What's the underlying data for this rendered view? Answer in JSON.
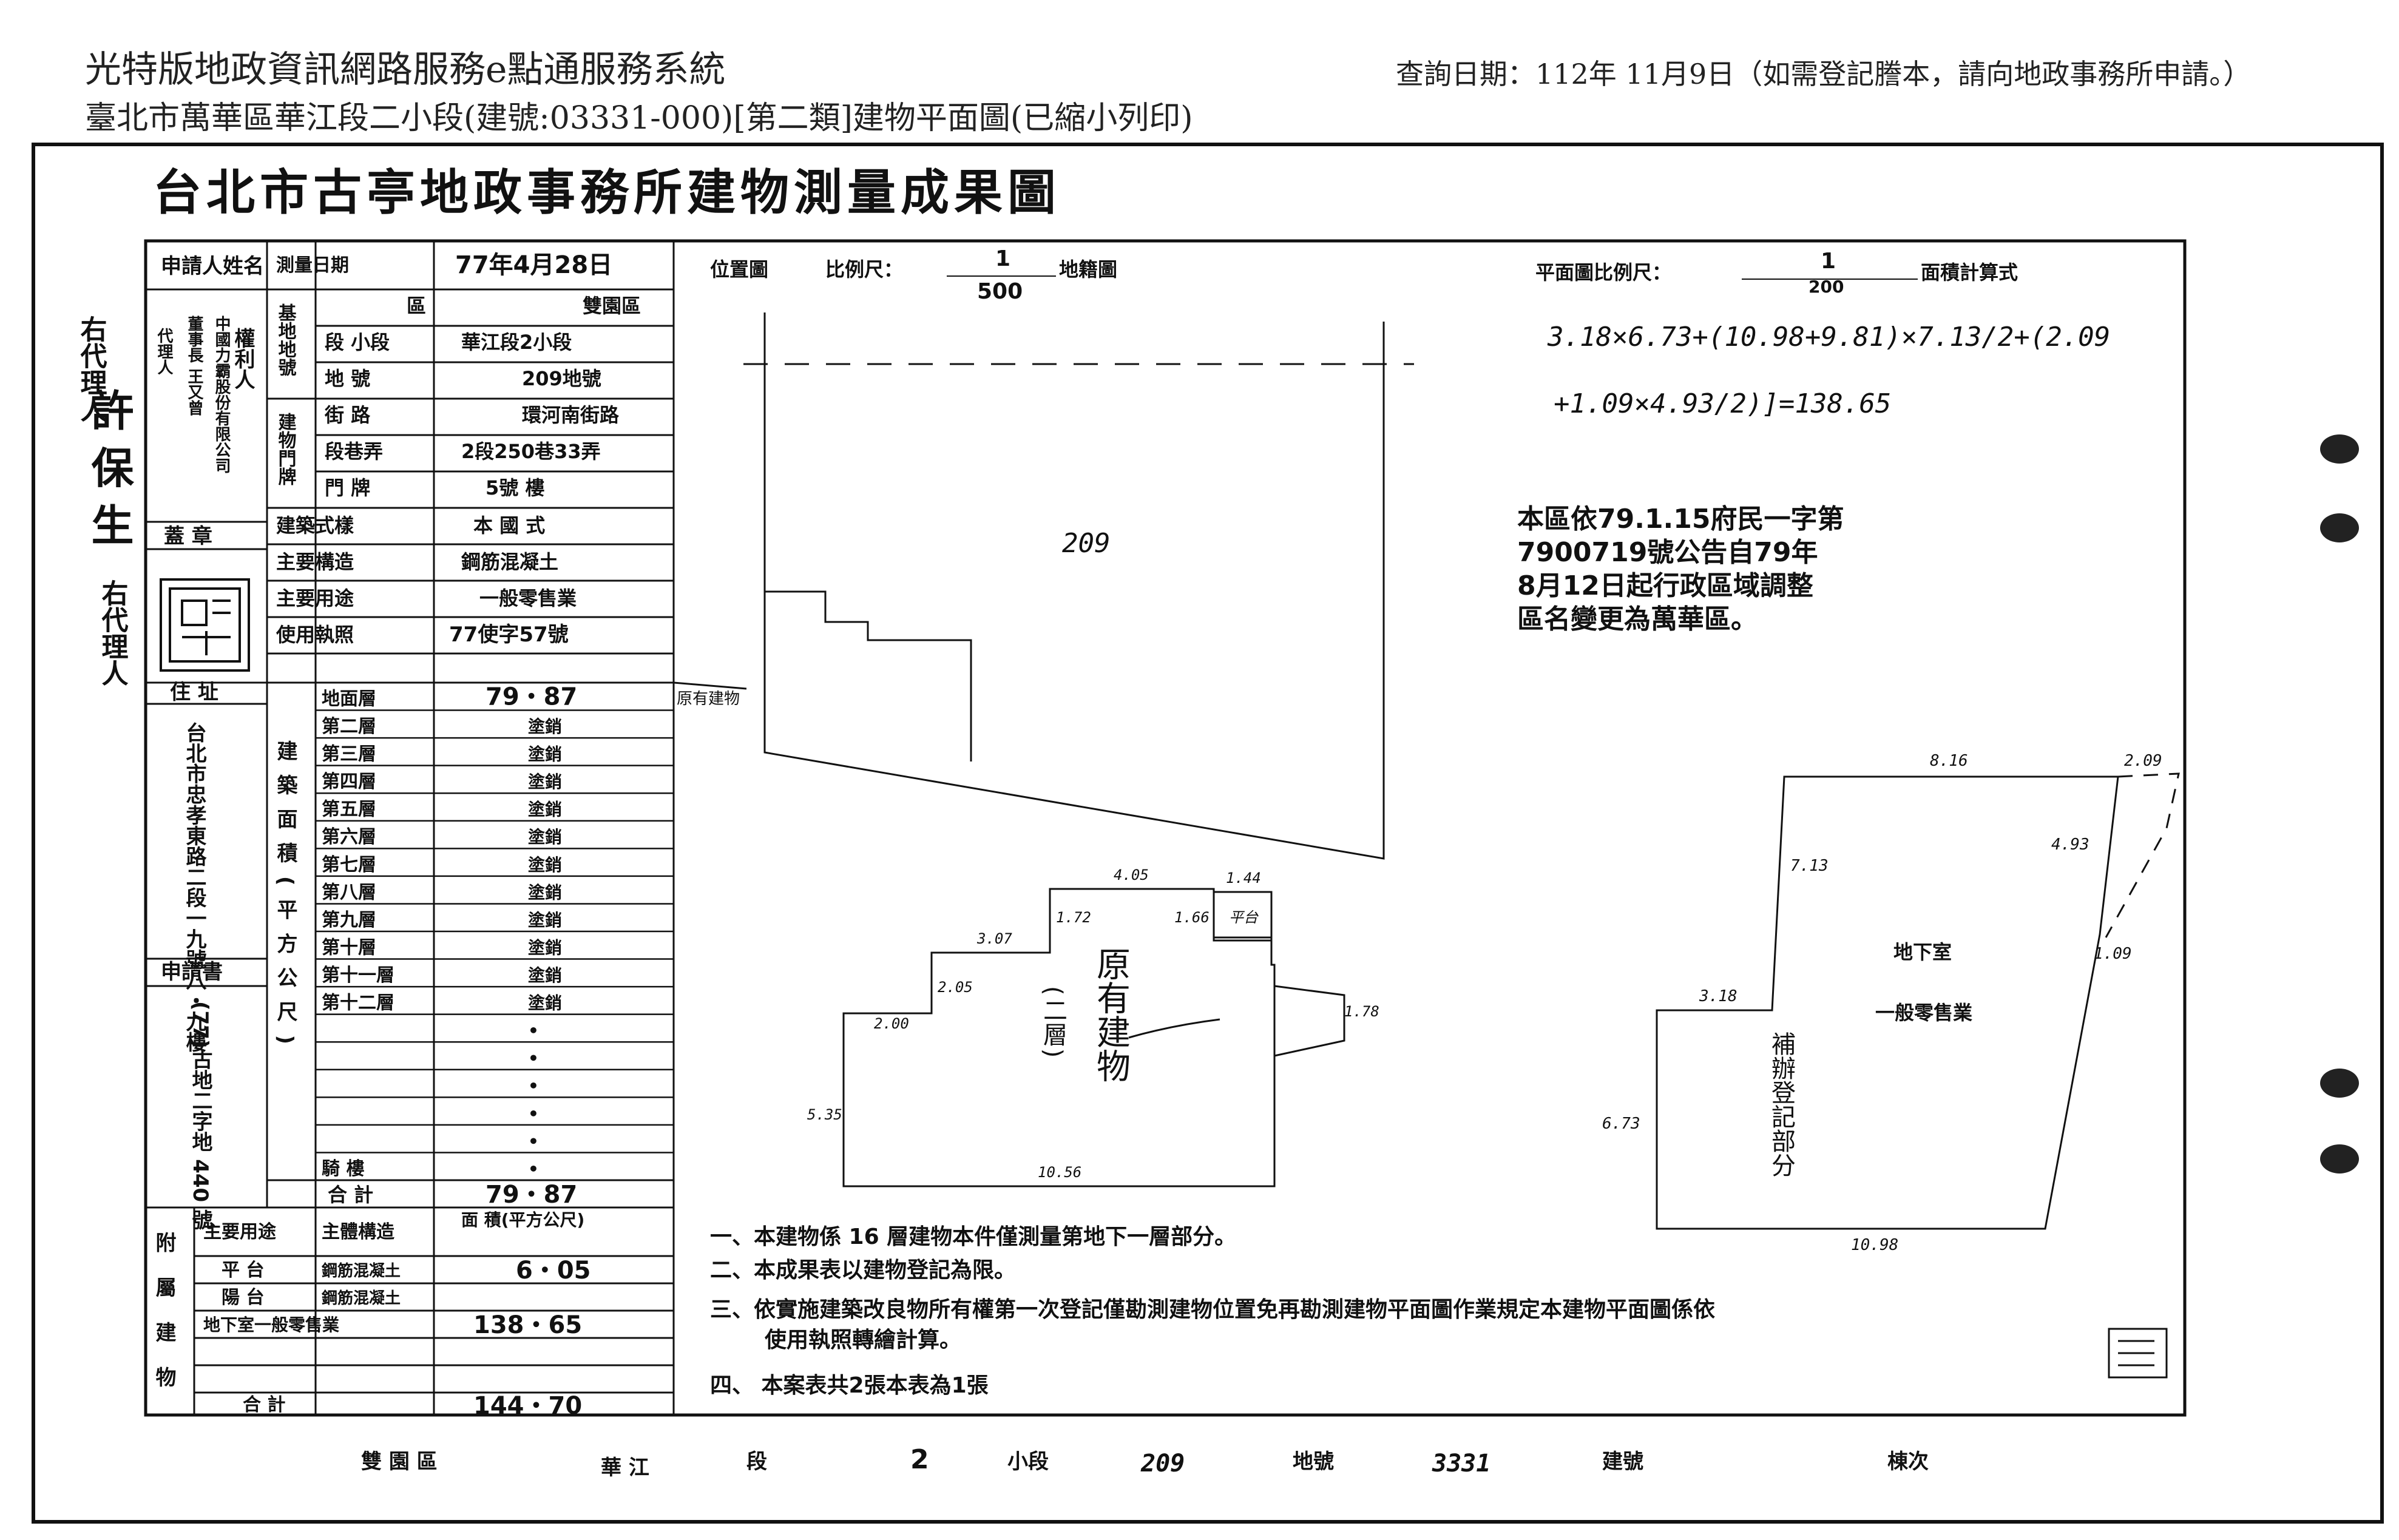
{
  "header": {
    "system_title": "光特版地政資訊網路服務e點通服務系統",
    "document_subtitle": "臺北市萬華區華江段二小段(建號:03331-000)[第二類]建物平面圖(已縮小列印)",
    "query_info": "查詢日期：112年 11月9日（如需登記謄本，請向地政事務所申請。）"
  },
  "sheet": {
    "title": "台北市古亭地政事務所建物測量成果圖",
    "left_margin": {
      "agent_label_1": "右代理人",
      "agent_name": "許 保 生",
      "agent_label_2": "右代理人",
      "applicant_label": "申請人姓名",
      "owner_label": "權利人",
      "representative_label": "代理人",
      "company": "中國力霸股份有限公司",
      "chairman": "董事長 王又曾",
      "seal_label": "蓋 章",
      "address_label": "住 址",
      "address_value": "台北市忠孝東路二段一九號八・九樓",
      "application_label": "申請書",
      "application_value": "(77)古地二字地 440 號"
    },
    "info_table": {
      "survey_date_label": "測量日期",
      "survey_date_value": "77年4月28日",
      "district_label": "區",
      "district_value": "雙園區",
      "section_label": "段 小段",
      "section_value": "華江段2小段",
      "lot_label": "地 號",
      "lot_value": "209地號",
      "street_label": "街 路",
      "street_value": "環河南街路",
      "lane_label": "段巷弄",
      "lane_value": "2段250巷33弄",
      "door_label": "門 牌",
      "door_value": "5號 樓",
      "building_style_label": "建築式樣",
      "building_style_value": "本 國 式",
      "structure_label": "主要構造",
      "structure_value": "鋼筋混凝土",
      "use_label": "主要用途",
      "use_value": "一般零售業",
      "permit_label": "使用執照",
      "permit_value": "77使字57號",
      "area_group_label": "建築面積(平方公尺)",
      "floor_rows": [
        {
          "label": "地面層",
          "value": "79・87"
        },
        {
          "label": "第二層",
          "value": "塗銷"
        },
        {
          "label": "第三層",
          "value": "塗銷"
        },
        {
          "label": "第四層",
          "value": "塗銷"
        },
        {
          "label": "第五層",
          "value": "塗銷"
        },
        {
          "label": "第六層",
          "value": "塗銷"
        },
        {
          "label": "第七層",
          "value": "塗銷"
        },
        {
          "label": "第八層",
          "value": "塗銷"
        },
        {
          "label": "第九層",
          "value": "塗銷"
        },
        {
          "label": "第十層",
          "value": "塗銷"
        },
        {
          "label": "第十一層",
          "value": "塗銷"
        },
        {
          "label": "第十二層",
          "value": "塗銷"
        },
        {
          "label": "",
          "value": "•"
        },
        {
          "label": "",
          "value": "•"
        },
        {
          "label": "",
          "value": "•"
        },
        {
          "label": "",
          "value": "•"
        },
        {
          "label": "",
          "value": "•"
        },
        {
          "label": "騎 樓",
          "value": "•"
        }
      ],
      "total_label": "合 計",
      "total_value": "79・87"
    },
    "attached": {
      "group_label": "附屬建物",
      "col_use": "主要用途",
      "col_structure": "主體構造",
      "col_area": "面 積(平方公尺)",
      "rows": [
        {
          "use": "平 台",
          "structure": "鋼筋混凝土",
          "area": "6・05"
        },
        {
          "use": "陽 台",
          "structure": "鋼筋混凝土",
          "area": ""
        },
        {
          "use": "地下室一般零售業",
          "structure": "",
          "area": "138・65"
        },
        {
          "use": "",
          "structure": "",
          "area": ""
        }
      ],
      "total_label": "合 計",
      "total_value": "144・70"
    },
    "location_map": {
      "label": "位置圖",
      "scale_label": "比例尺：",
      "scale_num": "1",
      "scale_den": "500",
      "scale_suffix": "地籍圖",
      "lot": "209",
      "existing_building_label": "原有建物"
    },
    "floor_plan": {
      "scale_label": "平面圖比例尺：",
      "scale_num": "1",
      "scale_den": "200",
      "calc_label": "面積計算式",
      "formula_line1": "3.18×6.73+(10.98+9.81)×7.13/2+(2.09",
      "formula_line2": "+1.09×4.93/2)]=138.65",
      "stamp_line1": "本區依79.1.15府民一字第",
      "stamp_line2": "7900719號公告自79年",
      "stamp_line3": "8月12日起行政區域調整",
      "stamp_line4": "區名變更為萬華區。",
      "plan_labels": {
        "d405": "4.05",
        "d144": "1.44",
        "d207": "3.07",
        "d172": "1.72",
        "d166": "1.66",
        "d205": "2.05",
        "d200": "2.00",
        "d535": "5.35",
        "d1056": "10.56",
        "d178": "1.78",
        "platform": "平台",
        "existing": "原有建物",
        "floor2": "(二層)",
        "d816": "8.16",
        "d209": "2.09",
        "d713": "7.13",
        "d493": "4.93",
        "d318": "3.18",
        "d109": "1.09",
        "d673": "6.73",
        "d1098": "10.98",
        "basement": "地下室",
        "retail": "一般零售業",
        "supplement": "補辦登記部分"
      }
    },
    "notes": {
      "n1": "一、本建物係 16 層建物本件僅測量第地下一層部分。",
      "n2": "二、本成果表以建物登記為限。",
      "n3a": "三、依實施建築改良物所有權第一次登記僅勘測建物位置免再勘測建物平面圖作業規定本建物平面圖係依",
      "n3b": "使用執照轉繪計算。",
      "n4": "四、 本案表共2張本表為1張"
    },
    "footer": {
      "district": "雙 園 區",
      "section": "華 江",
      "section_suffix": "段",
      "sub_no": "2",
      "sub_label": "小段",
      "lot_no": "209",
      "lot_label": "地號",
      "bldg_no": "3331",
      "bldg_label": "建號",
      "sheet_label": "棟次"
    }
  }
}
